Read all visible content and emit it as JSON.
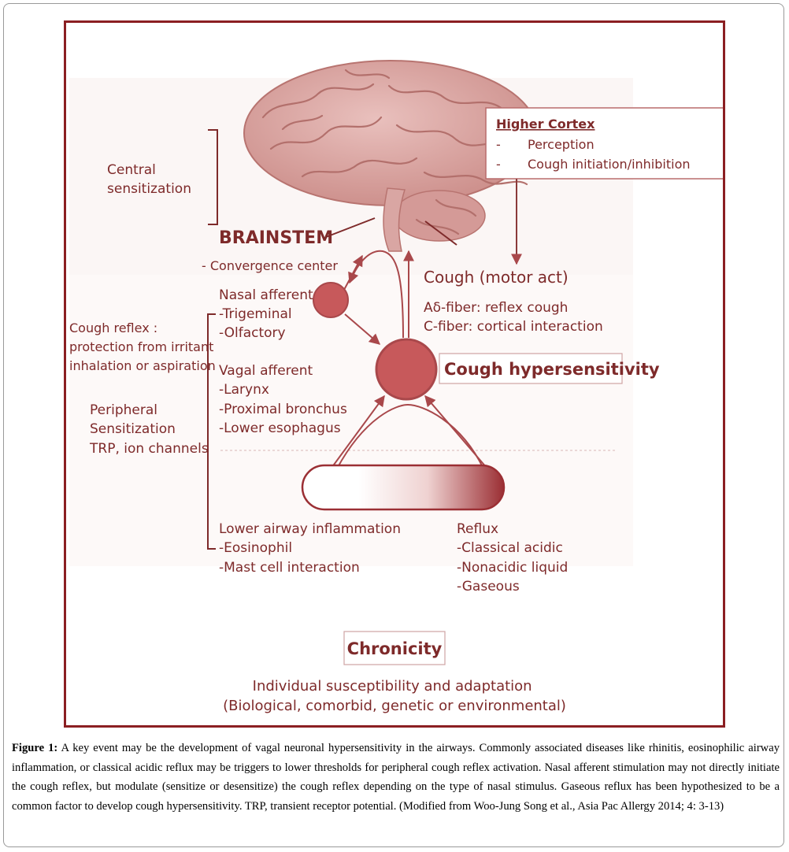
{
  "diagram": {
    "left_labels": {
      "central_sensitization": [
        "Central",
        "sensitization"
      ],
      "brainstem": "BRAINSTEM",
      "convergence_center": "- Convergence center",
      "cough_reflex": [
        "Cough reflex :",
        "protection from irritant",
        "inhalation or aspiration"
      ],
      "peripheral_sensitization": [
        "Peripheral",
        "Sensitization",
        "TRP, ion channels"
      ]
    },
    "higher_cortex": {
      "title": "Higher Cortex",
      "items": [
        "Perception",
        "Cough initiation/inhibition"
      ]
    },
    "cough_motor": {
      "title": "Cough (motor act)",
      "lines": [
        "Aδ-fiber: reflex cough",
        "C-fiber: cortical interaction"
      ]
    },
    "nasal_afferent": [
      "Nasal afferent",
      "-Trigeminal",
      "-Olfactory"
    ],
    "vagal_afferent": [
      "Vagal afferent",
      "-Larynx",
      "-Proximal bronchus",
      "-Lower esophagus"
    ],
    "cough_hypersensitivity": "Cough hypersensitivity",
    "lower_airway": [
      "Lower airway inflammation",
      "-Eosinophil",
      "-Mast cell interaction"
    ],
    "reflux": [
      "Reflux",
      "-Classical acidic",
      "-Nonacidic liquid",
      "-Gaseous"
    ],
    "chronicity": "Chronicity",
    "susceptibility": [
      "Individual susceptibility and adaptation",
      "(Biological, comorbid, genetic or environmental)"
    ],
    "colors": {
      "frame": "#8b1f22",
      "text": "#7e2a2a",
      "node": "#c7595b",
      "brain": "#d9a2a0"
    }
  },
  "caption": {
    "label": "Figure 1:",
    "text": " A key event may be the development of vagal neuronal hypersensitivity in the airways. Commonly associated diseases like rhinitis, eosinophilic airway inflammation, or classical acidic reflux may be triggers to lower thresholds for peripheral cough reflex activation. Nasal afferent stimulation may not directly initiate the cough reflex, but modulate (sensitize or desensitize) the cough reflex depending on the type of nasal stimulus. Gaseous reflux has been hypothesized to be a common factor to develop cough hypersensitivity. TRP, transient receptor potential. (Modified from Woo-Jung Song et al., Asia Pac Allergy 2014; 4: 3-13)"
  }
}
